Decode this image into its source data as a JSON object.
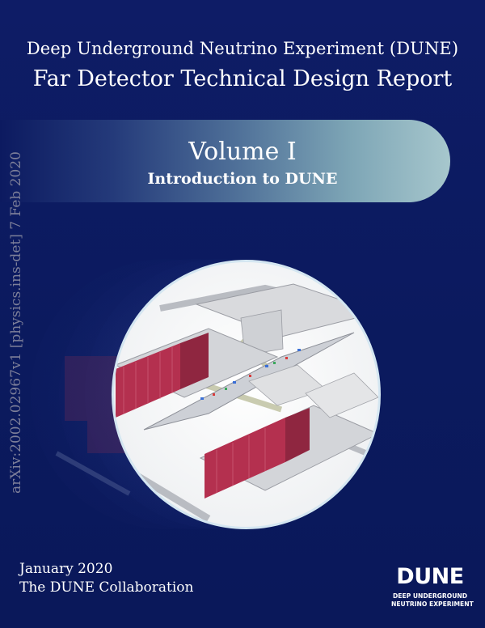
{
  "header": {
    "series_title": "Deep Underground Neutrino Experiment (DUNE)",
    "report_title": "Far Detector Technical Design Report"
  },
  "volume": {
    "title": "Volume I",
    "subtitle": "Introduction to DUNE"
  },
  "arxiv_stamp": "arXiv:2002.02967v1  [physics.ins-det]  7 Feb 2020",
  "footer": {
    "date": "January 2020",
    "author": "The DUNE Collaboration"
  },
  "logo": {
    "wordmark": "DUNE",
    "line1": "DEEP UNDERGROUND",
    "line2": "NEUTRINO EXPERIMENT"
  },
  "colors": {
    "background": "#0c1a60",
    "band_light": "#a7c7cd",
    "cavern_red": "#b4304f"
  }
}
